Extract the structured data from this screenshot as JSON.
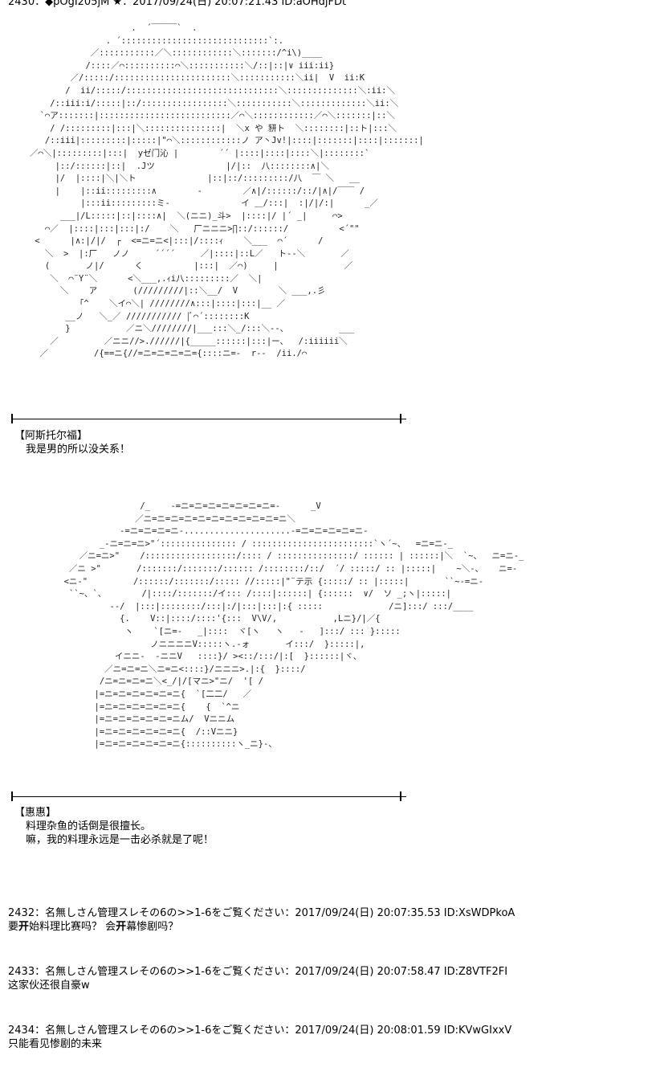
{
  "post_2430": {
    "header": "2430：◆pOgI205jM ★：2017/09/24(日) 20:07:21.43 ID:aOHdjFDt",
    "aa_1": "                       .  ´￣￣￣`  .\n                  . ´:::::::::::::::::::::::::::::`:.\n               ／:::::::::::／＼::::::::::::＼:::::::/^i\\)____\n              /::::／⌒::::::::::⌒＼:::::::::::＼/::|::|∨ iii:ii}\n           ／/:::::/:::::::::::::::::::::::＼:::::::::::＼ii|  V  ii:K\n          /  ii/:::::/::::::::::::::::::::::::::::::＼::::::::::::::＼:ii:＼\n       /::iii:i/:::::|::/:::::::::::::::::＼:::::::::::＼:::::::::::::＼ii:＼\n     `⌒ア:::::::|::::::::::::::::::::::::::／⌒＼::::::::::::／⌒＼:::::::|::＼\n       / /:::::::::|:::|＼:::::::::::::::|  ＼x や 豜ト  ＼::::::::|::ト|:::＼\n      /::iii|:::::::::|:::::|\"⌒＼::::::::::::ノ ア丶Jv!|::::|:::::::|::::|:::::::|\n   ／⌒＼|:::::::::|:::|  yゼ门沁 |        ´´ |::::|::::|::::＼|::::::::`\n        |::/::::::|::|  .Jツ              |/|::  八::::::::∧|＼\n        |/  |::::|＼|＼ト              |::|::/:::::::::/八  ￣ ＼   __\n        |    |::ii:::::::::∧        -        ／∧|/::::::/::/|∧|/￣￣ /\n             |:::ii:::::::::ミ-              イ ＿/:::|  :|/|/:|      _／\n         ___|/L:::::|::|::::∧|  ＼(ニニ)_斗>  |::::|/ |´ _|     ⌒>\n      ⌒／  |::::|:::|:::|:/    ＼   厂ニニニ>∏::/::::::/          <´\"\"\n    <      |∧:|/|/  ┌  <=ニ=ニ<|:::|/::::ｨ    ＼___  ⌒´      /\n      ＼  >  |:厂   ノノ     ´´´´     ／|::::|::L／   ト--＼       ／\n      (       ノ|/      く          |:::|  ／⌒)     |             ／\n       ＼  ⌒¨Y¨＼      <＼___,.ｨi八:::::::::／  ＼|\n         ＼    ア       (/////////|::＼__/  V        ＼ ___,.彡\n            「^    ＼イ⌒＼| ////////∧:::|::::|:::|__ ／\n          __ノ   ＼_／ /////////// |ﾞ⌒´::::::::K\n          }           ／ニ＼////////|___:::＼_/:::＼--、          ___\n       ／         ／ニニ//>.//////|{_____::::::|:::|ー、  /:iiiiii＼\n     ／         /{==ニ{//=ニ=ニ=ニ=ニ={::::ニ=-  r--  /ii./⌒",
    "speaker": "【阿斯托尔福】",
    "line": "我是男的所以没关系！"
  },
  "post_2431": {
    "aa_2": "                    /_    -=ニ=ニ=ニ=ニ=ニ=ニ=ニ=-      _V\n                   ／ニ=ニ=ニ=ニ=ニ=ニ=ニ=ニ=ニ=ニ=ニ＼\n                -=ニ=ニ=ニ=ニ-.....................-=ニ=ニ=ニ=ニ=ニ-\n            _-ニ=ニ=ニ>\"´::::::::::::::: / ::::::::::::::::::::::::`ヽ´~、  =ニ=ニ-_\n        ／ニ=ニ>\"    /::::::::::::::::::/:::: / :::::::::::::::/ :::::: | ::::::|＼  `~、  ニ=ニ-_\n      ／ニ >\"       /:::::::/:::::::/:::::: /::::::::/::/  ´/ :::::/ :: |:::::|    ~＼-、   ニ=-\n     <ニ-\"         /::::::/:::::::/::::: //:::::|\"¨テ示 {:::::/ :: |:::::|       ``~-=ニ-\n      ``~、`、       /|::::/:::::::/イ::: /::::|::::::| {::::::  ∨/  ソ _;ヽ|:::::|\n              --/  |:::|::::::::/:::|:/|:::|:::|:{ :::::             /ニ]:::/ :::/____\n                {.    V::|::::/::::'{:::  V\\V/,           ,Lニ}/|／{\n                 ヽ    `[ニ=-   _|::::  ヾ[ヽ   ヽ   -   ]:::/ ::: }:::::\n                      ノニニニニV:::::ヽ.-ォ       イ:::/  }:::::|,\n               イニニ-  -ニニV   ::::}/ ><::/:::/|:[  }::::::|ヾ、\n             ／ニ=ニ=ニ＼ニ=ニ<::::}/ニニニ>.|:{  }::::/\n            /ニ=ニ=ニ=ニ＼<_/|/[マニ>\"ニ/  '[ /\n           |=ニ=ニ=ニ=ニ=ニ=ニ{  `[二二/   ／\n           |=ニ=ニ=ニ=ニ=ニ=ニ{    {  `^ニ\n           |=ニ=ニ=ニ=ニ=ニ=ニム/  Vニニム\n           |=ニ=ニ=ニ=ニ=ニ=ニ{  /::Vニニ}\n           |=ニ=ニ=ニ=ニ=ニ=ニ{::::::::::ヽ_ニ}-、",
    "speaker": "【惠惠】",
    "line_1": "料理杂鱼的话倒是很擅长。",
    "line_2": "嘛，我的料理永远是一击必杀就是了呢！"
  },
  "comments": [
    {
      "header": "2432：名無しさん管理スレその6の>>1-6をご覧ください：2017/09/24(日) 20:07:35.53 ID:XsWDPkoA",
      "text_a": "要",
      "text_b": "开",
      "text_c": "始料理比赛吗？  会",
      "text_d": "开",
      "text_e": "幕惨剧吗？"
    },
    {
      "header": "2433：名無しさん管理スレその6の>>1-6をご覧ください：2017/09/24(日) 20:07:58.47 ID:Z8VTF2FI",
      "text": "这家伙还很自豪w"
    },
    {
      "header": "2434：名無しさん管理スレその6の>>1-6をご覧ください：2017/09/24(日) 20:08:01.59 ID:KVwGIxxV",
      "text": "只能看见惨剧的未来"
    }
  ]
}
